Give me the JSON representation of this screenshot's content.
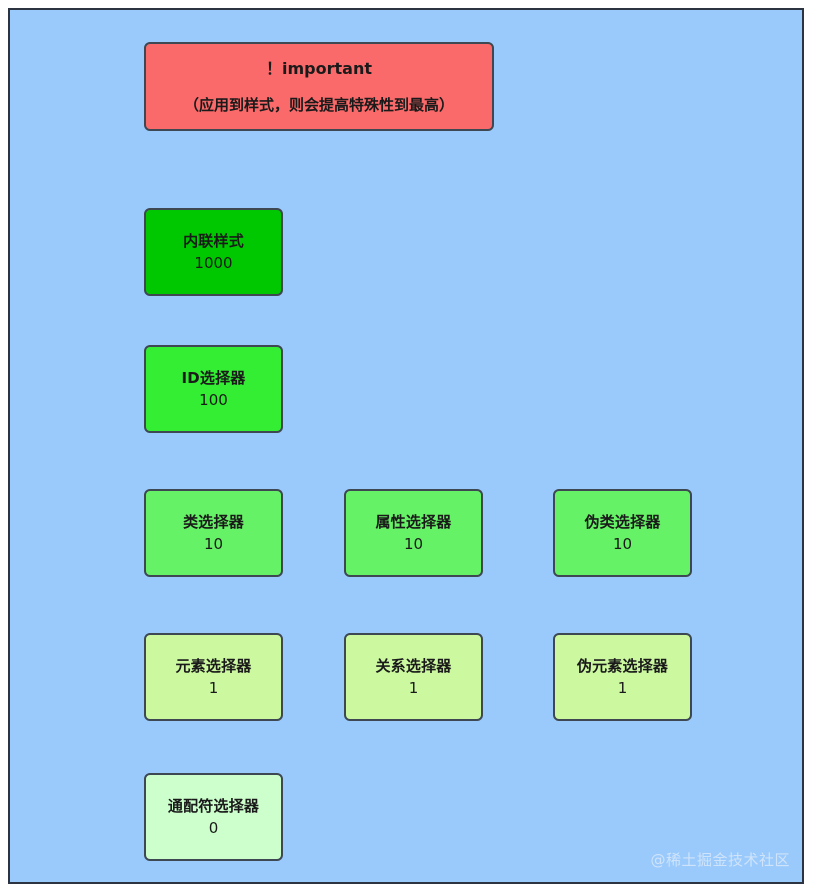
{
  "diagram": {
    "type": "hierarchy",
    "subject": "CSS specificity weights",
    "background_color": "#9ac9fb",
    "border_color": "#2b3440",
    "watermark": "@稀土掘金技术社区",
    "nodes": {
      "important": {
        "line1": "！important",
        "line2": "（应用到样式，则会提高特殊性到最高）",
        "color": "#fa6a6a"
      },
      "inline": {
        "title": "内联样式",
        "value": "1000",
        "color": "#00c800"
      },
      "id": {
        "title": "ID选择器",
        "value": "100",
        "color": "#33ee33"
      },
      "class": {
        "title": "类选择器",
        "value": "10",
        "color": "#66f266"
      },
      "attribute": {
        "title": "属性选择器",
        "value": "10",
        "color": "#66f266"
      },
      "pseudoclass": {
        "title": "伪类选择器",
        "value": "10",
        "color": "#66f266"
      },
      "element": {
        "title": "元素选择器",
        "value": "1",
        "color": "#ccf9a0"
      },
      "relation": {
        "title": "关系选择器",
        "value": "1",
        "color": "#ccf9a0"
      },
      "pseudoelement": {
        "title": "伪元素选择器",
        "value": "1",
        "color": "#ccf9a0"
      },
      "wildcard": {
        "title": "通配符选择器",
        "value": "0",
        "color": "#ccffcc"
      }
    }
  }
}
